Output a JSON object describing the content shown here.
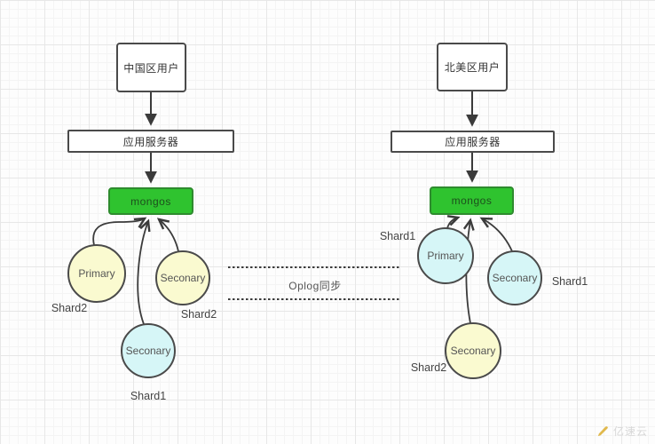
{
  "columns": [
    {
      "side": "left",
      "user_label": "中国区用户",
      "server_label": "应用服务器",
      "mongos_label": "mongos",
      "nodes": [
        {
          "label": "Primary",
          "shard": "Shard2",
          "color": "yellow"
        },
        {
          "label": "Seconary",
          "shard": "Shard2",
          "color": "yellow"
        },
        {
          "label": "Seconary",
          "shard": "Shard1",
          "color": "blue"
        }
      ]
    },
    {
      "side": "right",
      "user_label": "北美区用户",
      "server_label": "应用服务器",
      "mongos_label": "mongos",
      "nodes": [
        {
          "label": "Primary",
          "shard": "Shard1",
          "color": "blue"
        },
        {
          "label": "Seconary",
          "shard": "Shard1",
          "color": "blue"
        },
        {
          "label": "Seconary",
          "shard": "Shard2",
          "color": "yellow"
        }
      ]
    }
  ],
  "sync": {
    "label": "Oplog同步"
  },
  "watermark": {
    "text": "亿速云"
  },
  "colors": {
    "mongos_fill": "#2fc32f",
    "node_yellow": "#fafad0",
    "node_blue": "#d6f6f7",
    "stroke": "#3b3b3b"
  }
}
